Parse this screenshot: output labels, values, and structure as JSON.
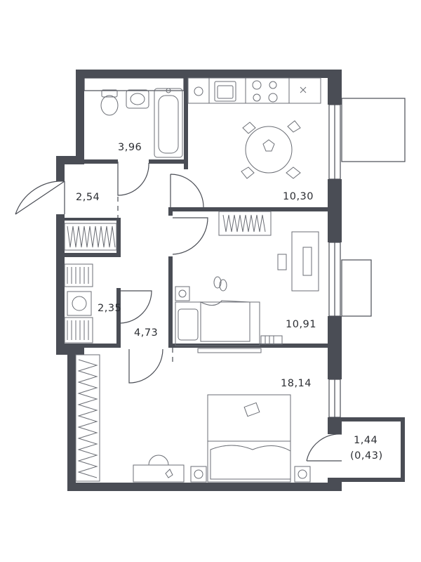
{
  "rooms": {
    "bathroom": {
      "area": "3,96"
    },
    "entrance_hall": {
      "area": "2,54"
    },
    "kitchen": {
      "area": "10,30"
    },
    "storage": {
      "area": "2,35"
    },
    "corridor": {
      "area": "4,73"
    },
    "bedroom": {
      "area": "10,91"
    },
    "living_room": {
      "area": "18,14"
    },
    "balcony": {
      "area": "1,44",
      "reduced_area": "(0,43)"
    }
  },
  "colors": {
    "wall": "#4a4d55",
    "furniture": "#6b6e75",
    "background": "#ffffff"
  }
}
